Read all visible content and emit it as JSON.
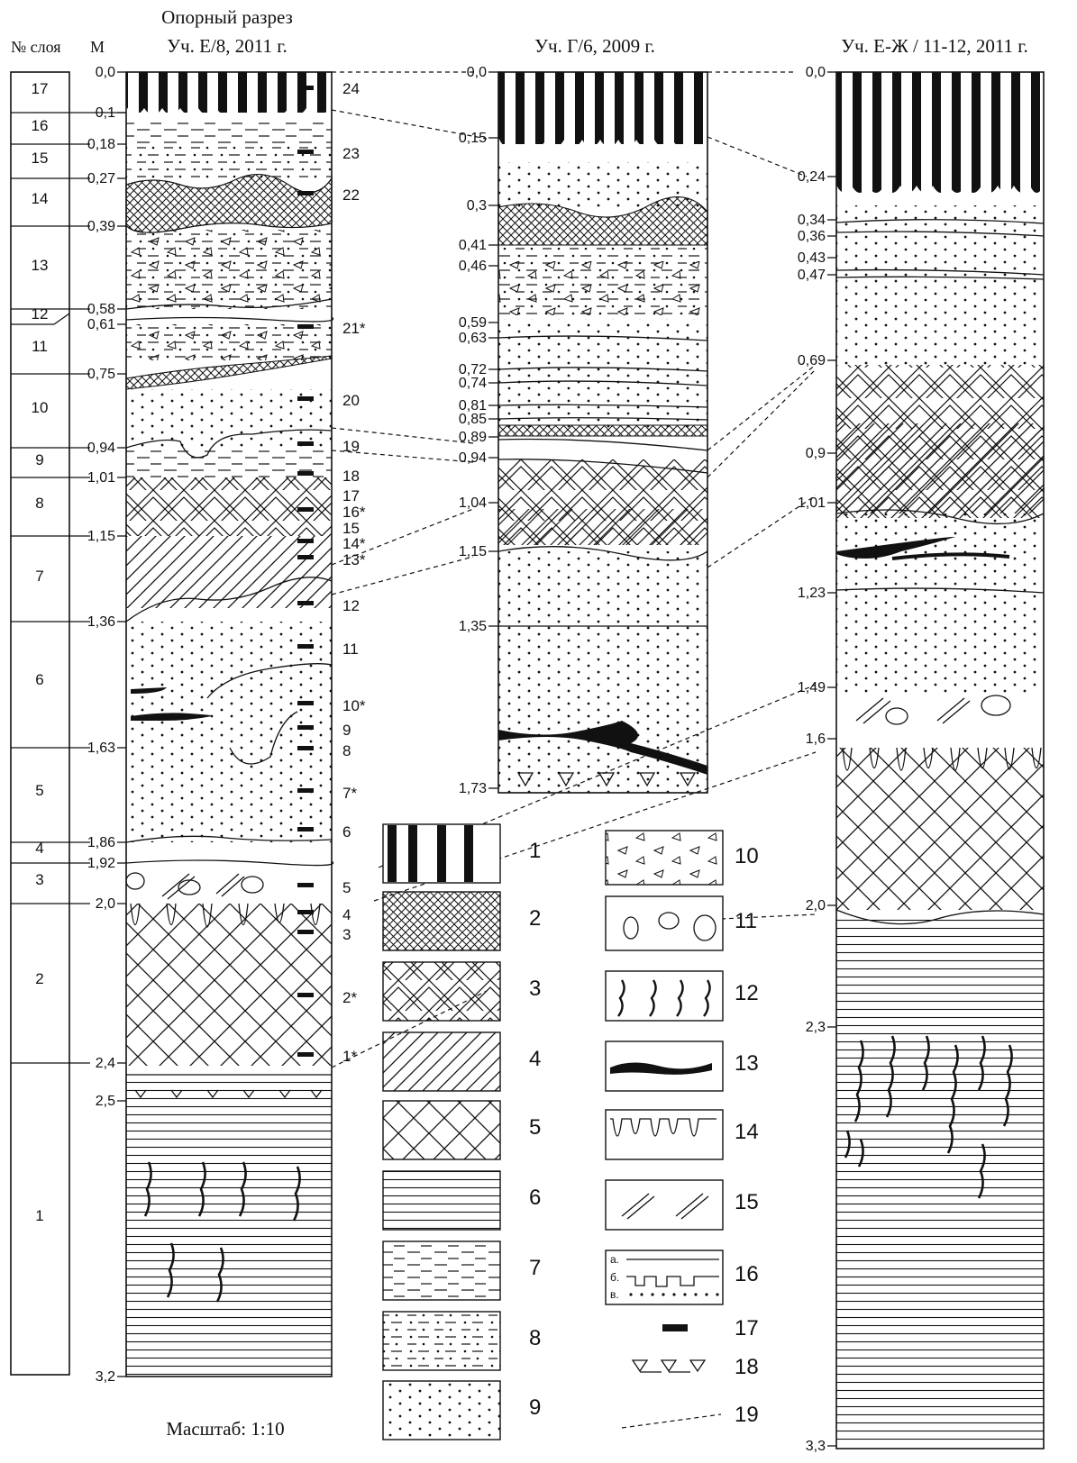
{
  "header": {
    "layer_no": "№ слоя",
    "meter": "М",
    "col1_title_1": "Опорный разрез",
    "col1_title_2": "Уч. Е/8, 2011 г.",
    "col2_title": "Уч. Г/6, 2009 г.",
    "col3_title": "Уч. Е-Ж / 11-12, 2011 г."
  },
  "scale_label": "Масштаб:  1:10",
  "layers_left": [
    "17",
    "16",
    "15",
    "14",
    "13",
    "12",
    "11",
    "10",
    "9",
    "8",
    "7",
    "6",
    "5",
    "4",
    "3",
    "2",
    "1"
  ],
  "depths_col1": [
    "0,0",
    "0,1",
    "0,18",
    "0,27",
    "0,39",
    "0,58",
    "0,61",
    "0,75",
    "0,94",
    "1,01",
    "1,15",
    "1,36",
    "1,63",
    "1,86",
    "1,92",
    "2,0",
    "2,4",
    "2,5",
    "3,2"
  ],
  "samples_col1": [
    "24",
    "23",
    "22",
    "21*",
    "20",
    "19",
    "18",
    "17",
    "16*",
    "15",
    "14*",
    "13*",
    "12",
    "11",
    "10*",
    "9",
    "8",
    "7*",
    "6",
    "5",
    "4",
    "3",
    "2*",
    "1*"
  ],
  "depths_col2": [
    "0,0",
    "0,15",
    "0,3",
    "0,41",
    "0,46",
    "0,59",
    "0,63",
    "0,72",
    "0,74",
    "0,81",
    "0,85",
    "0,89",
    "0,94",
    "1,04",
    "1,15",
    "1,35",
    "1,73"
  ],
  "depths_col3": [
    "0,0",
    "0,24",
    "0,34",
    "0,36",
    "0,43",
    "0,47",
    "0,69",
    "0,9",
    "1,01",
    "1,23",
    "1,49",
    "1,6",
    "2,0",
    "2,3",
    "3,3"
  ],
  "legend": [
    "1",
    "2",
    "3",
    "4",
    "5",
    "6",
    "7",
    "8",
    "9",
    "10",
    "11",
    "12",
    "13",
    "14",
    "15",
    "16",
    "17",
    "18",
    "19"
  ],
  "legend16_sub": [
    "а.",
    "б.",
    "в."
  ]
}
